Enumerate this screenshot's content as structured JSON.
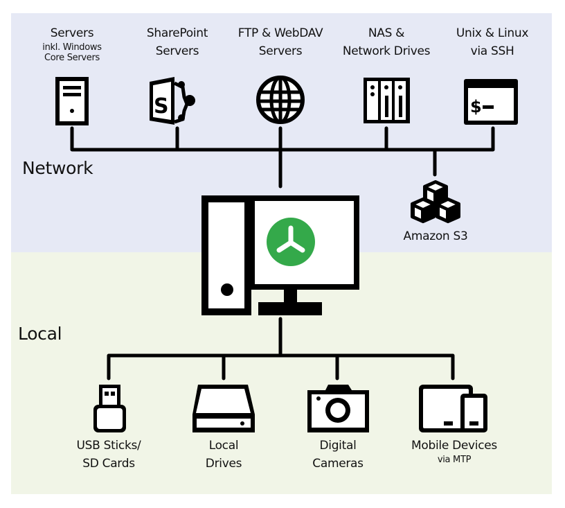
{
  "sections": {
    "network": {
      "label": "Network"
    },
    "local": {
      "label": "Local"
    }
  },
  "colors": {
    "network_bg": "#e6e9f5",
    "local_bg": "#f1f5e7",
    "accent_green": "#34a94a",
    "line": "#000000"
  },
  "network_nodes": [
    {
      "id": "servers",
      "title": "Servers",
      "subtitle_lines": [
        "inkl. Windows",
        "Core Servers"
      ],
      "icon": "server-tower-icon"
    },
    {
      "id": "sharepoint",
      "title_lines": [
        "SharePoint",
        "Servers"
      ],
      "icon": "sharepoint-icon"
    },
    {
      "id": "ftp",
      "title_lines": [
        "FTP & WebDAV",
        "Servers"
      ],
      "icon": "globe-icon"
    },
    {
      "id": "nas",
      "title_lines": [
        "NAS &",
        "Network Drives"
      ],
      "icon": "nas-icon"
    },
    {
      "id": "unix",
      "title_lines": [
        "Unix & Linux",
        "via SSH"
      ],
      "icon": "terminal-icon"
    },
    {
      "id": "s3",
      "title": "Amazon S3",
      "icon": "cubes-icon"
    }
  ],
  "center": {
    "icon": "computer-icon",
    "logo": "winscp-logo-icon"
  },
  "local_nodes": [
    {
      "id": "usb",
      "title_lines": [
        "USB Sticks/",
        "SD Cards"
      ],
      "icon": "usb-stick-icon"
    },
    {
      "id": "drives",
      "title_lines": [
        "Local",
        "Drives"
      ],
      "icon": "hard-drive-icon"
    },
    {
      "id": "cameras",
      "title_lines": [
        "Digital",
        "Cameras"
      ],
      "icon": "camera-icon"
    },
    {
      "id": "mobile",
      "title": "Mobile Devices",
      "subtitle": "via MTP",
      "icon": "mobile-devices-icon"
    }
  ]
}
